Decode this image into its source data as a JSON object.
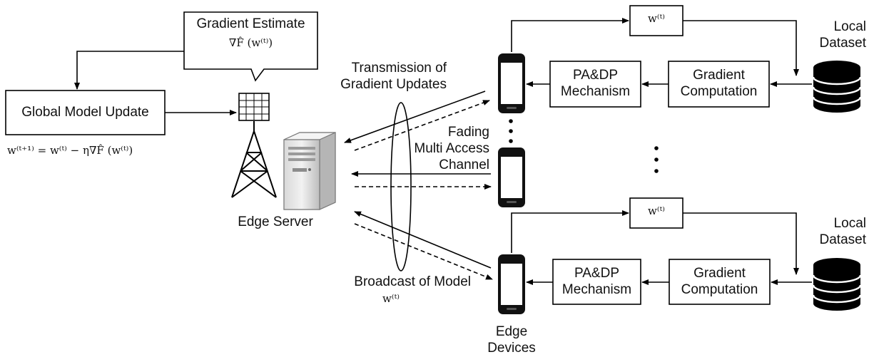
{
  "gradient_box": {
    "title": "Gradient Estimate",
    "math": "∇F̂ (w⁽ᵗ⁾)"
  },
  "global_update": {
    "label": "Global Model Update",
    "formula": "w⁽ᵗ⁺¹⁾ = w⁽ᵗ⁾ − η∇F̂ (w⁽ᵗ⁾)"
  },
  "server": {
    "label": "Edge Server"
  },
  "channel": {
    "transmission_line1": "Transmission of",
    "transmission_line2": "Gradient Updates",
    "fading_line1": "Fading",
    "fading_line2": "Multi Access",
    "fading_line3": "Channel",
    "broadcast_line1": "Broadcast of Model",
    "broadcast_math": "w⁽ᵗ⁾"
  },
  "device_top": {
    "weights": "w⁽ᵗ⁾",
    "padp_line1": "PA&DP",
    "padp_line2": "Mechanism",
    "grad_line1": "Gradient",
    "grad_line2": "Computation",
    "dataset_line1": "Local",
    "dataset_line2": "Dataset"
  },
  "device_bottom": {
    "weights": "w⁽ᵗ⁾",
    "padp_line1": "PA&DP",
    "padp_line2": "Mechanism",
    "grad_line1": "Gradient",
    "grad_line2": "Computation",
    "dataset_line1": "Local",
    "dataset_line2": "Dataset"
  },
  "devices_label": {
    "line1": "Edge",
    "line2": "Devices"
  }
}
